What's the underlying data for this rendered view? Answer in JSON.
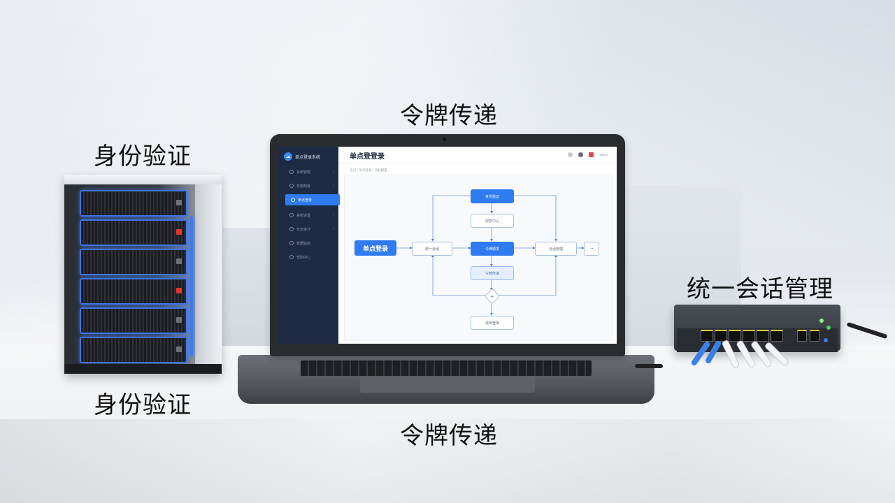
{
  "labels": {
    "top_center": "令牌传递",
    "left_top": "身份验证",
    "left_bottom": "身份验证",
    "bottom_center": "令牌传递",
    "right": "统一会话管理"
  },
  "app": {
    "brand": "单点登录系统",
    "page_title": "单点登登录",
    "breadcrumb": "首页 / 单点登录 / 流程配置",
    "user": "admin",
    "sidebar": [
      {
        "label": "系统管理",
        "chevron": "›"
      },
      {
        "label": "权限配置",
        "chevron": "›"
      },
      {
        "label": "单点登录",
        "chevron": ""
      },
      {
        "label": "系统设置",
        "chevron": "›"
      },
      {
        "label": "日志审计",
        "chevron": "›"
      },
      {
        "label": "数据监控",
        "chevron": ""
      },
      {
        "label": "帮助中心",
        "chevron": ""
      }
    ]
  },
  "flow": {
    "start": "单点登录",
    "top": "身份验证",
    "mid_upper": "授权中心",
    "center": "令牌颁发",
    "left": "统一会话",
    "right": "会话管理",
    "end_small": "→",
    "pale": "令牌传递",
    "decision": "+",
    "bottom": "退出登录"
  },
  "colors": {
    "accent": "#2f7bf0",
    "sidebar": "#1d2b45",
    "server_glow": "#3d7bf2"
  }
}
